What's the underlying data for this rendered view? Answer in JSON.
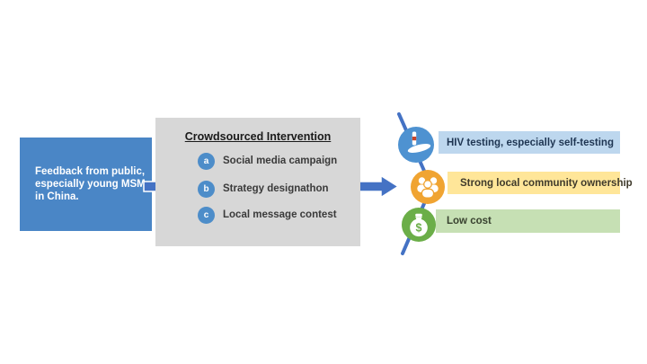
{
  "colors": {
    "feedback_box": "#4a86c6",
    "arrow": "#4472c4",
    "intervention_box": "#d7d7d7",
    "marker_circle": "#4d8dc9",
    "connector_line": "#4472c4",
    "icon_circle_blue": "#4e92d1",
    "icon_circle_orange": "#f0a432",
    "icon_circle_green": "#6bae48",
    "outcome_blue_bg": "#bdd7ee",
    "outcome_yellow_bg": "#ffe699",
    "outcome_green_bg": "#c6e0b4",
    "icon_red_band": "#c9442a"
  },
  "feedback": {
    "line1": "Feedback from public,",
    "line2": "especially young MSM",
    "line3": "in China."
  },
  "intervention": {
    "title": "Crowdsourced Intervention",
    "items": [
      {
        "marker": "a",
        "label": "Social media campaign"
      },
      {
        "marker": "b",
        "label": "Strategy designathon"
      },
      {
        "marker": "c",
        "label": "Local message contest"
      }
    ]
  },
  "outcomes": [
    {
      "icon": "self-test-kit-icon",
      "label": "HIV testing, especially self-testing"
    },
    {
      "icon": "community-people-icon",
      "label": "Strong local community ownership"
    },
    {
      "icon": "money-bag-icon",
      "label": "Low cost"
    }
  ]
}
